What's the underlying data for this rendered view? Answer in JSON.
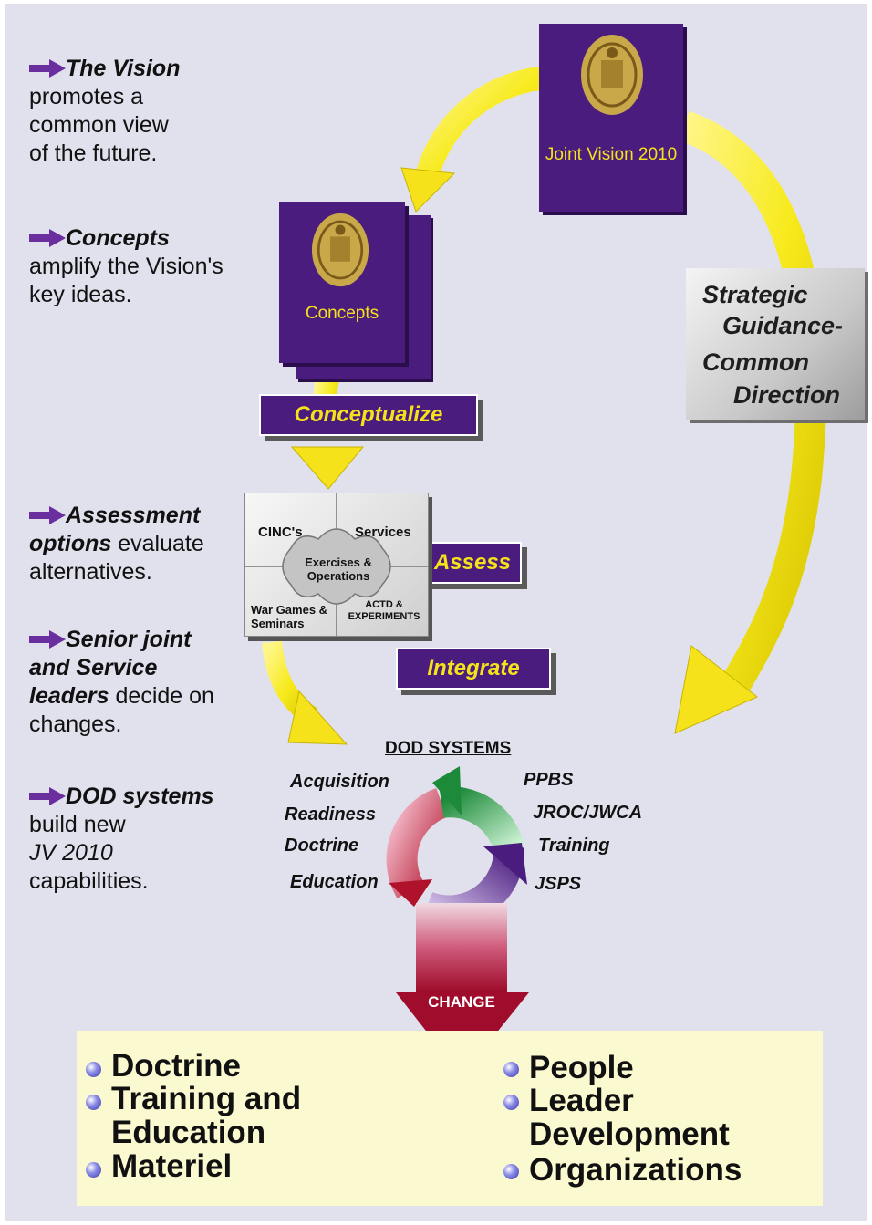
{
  "left_column": {
    "vision": {
      "bold": "The Vision",
      "text": "promotes a common view of the future."
    },
    "concepts": {
      "bold": "Concepts",
      "text": "amplify the Vision's key ideas."
    },
    "assessment": {
      "bold": "Assessment options",
      "text": "evaluate alternatives."
    },
    "leaders": {
      "bold": "Senior joint and Service leaders",
      "text": "decide on changes."
    },
    "dod": {
      "bold": "DOD systems",
      "text1": "build new",
      "italic": "JV 2010",
      "text2": "capabilities."
    }
  },
  "books": {
    "jv2010": "Joint Vision 2010",
    "concepts": "Concepts"
  },
  "banners": {
    "conceptualize": "Conceptualize",
    "assess": "Assess",
    "integrate": "Integrate"
  },
  "guidance": [
    "Strategic",
    "Guidance-",
    "Common",
    "Direction"
  ],
  "puzzle": {
    "cincs": "CINC's",
    "services": "Services",
    "exercises": "Exercises & Operations",
    "wargames": "War Games & Seminars",
    "actd": "ACTD & EXPERIMENTS"
  },
  "dod_systems": {
    "title": "DOD SYSTEMS",
    "left": [
      "Acquisition",
      "Readiness",
      "Doctrine",
      "Education"
    ],
    "right": [
      "PPBS",
      "JROC/JWCA",
      "Training",
      "JSPS"
    ]
  },
  "change_label": "CHANGE",
  "outcomes": {
    "left": [
      "Doctrine",
      "Training and Education",
      "Materiel"
    ],
    "right": [
      "People",
      "Leader Development",
      "Organizations"
    ]
  },
  "colors": {
    "purple": "#4a1c7e",
    "yellow": "#f5e21b",
    "background": "#e1e1ee",
    "outcome_box": "#fbf9d0",
    "change_arrow": "#b0122c"
  }
}
